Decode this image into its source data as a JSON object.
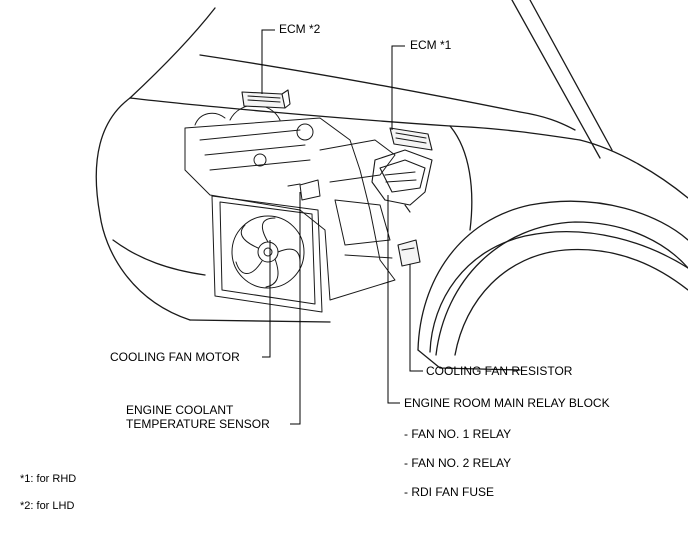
{
  "labels": {
    "ecm_2": "ECM *2",
    "ecm_1": "ECM *1",
    "cooling_fan_motor": "COOLING FAN MOTOR",
    "coolant_sensor_line1": "ENGINE COOLANT",
    "coolant_sensor_line2": "TEMPERATURE SENSOR",
    "cooling_fan_resistor": "COOLING FAN RESISTOR",
    "relay_block": "ENGINE ROOM MAIN RELAY BLOCK",
    "relay_items": [
      "- FAN NO. 1 RELAY",
      "- FAN NO. 2 RELAY",
      "- RDI FAN FUSE"
    ]
  },
  "footnotes": [
    "*1: for RHD",
    "*2: for LHD"
  ]
}
